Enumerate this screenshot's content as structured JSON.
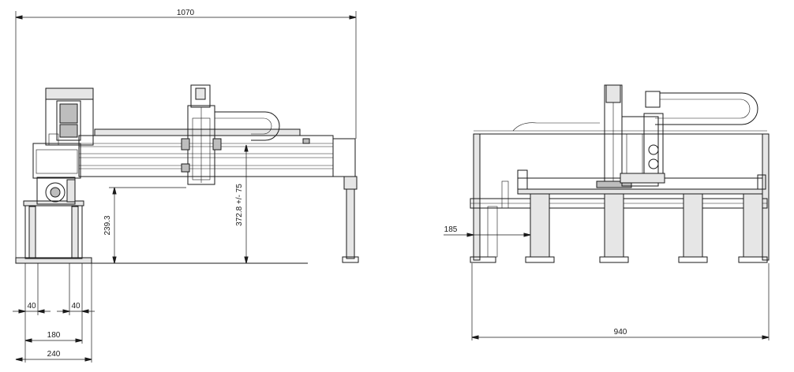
{
  "dimensions": {
    "overall_width_front": "1070",
    "support_height": "239.3",
    "travel_height": "372.8 +/- 75",
    "offset_left": "40",
    "offset_right": "40",
    "inner_width": "180",
    "base_width": "240",
    "side_offset": "185",
    "overall_width_side": "940"
  }
}
